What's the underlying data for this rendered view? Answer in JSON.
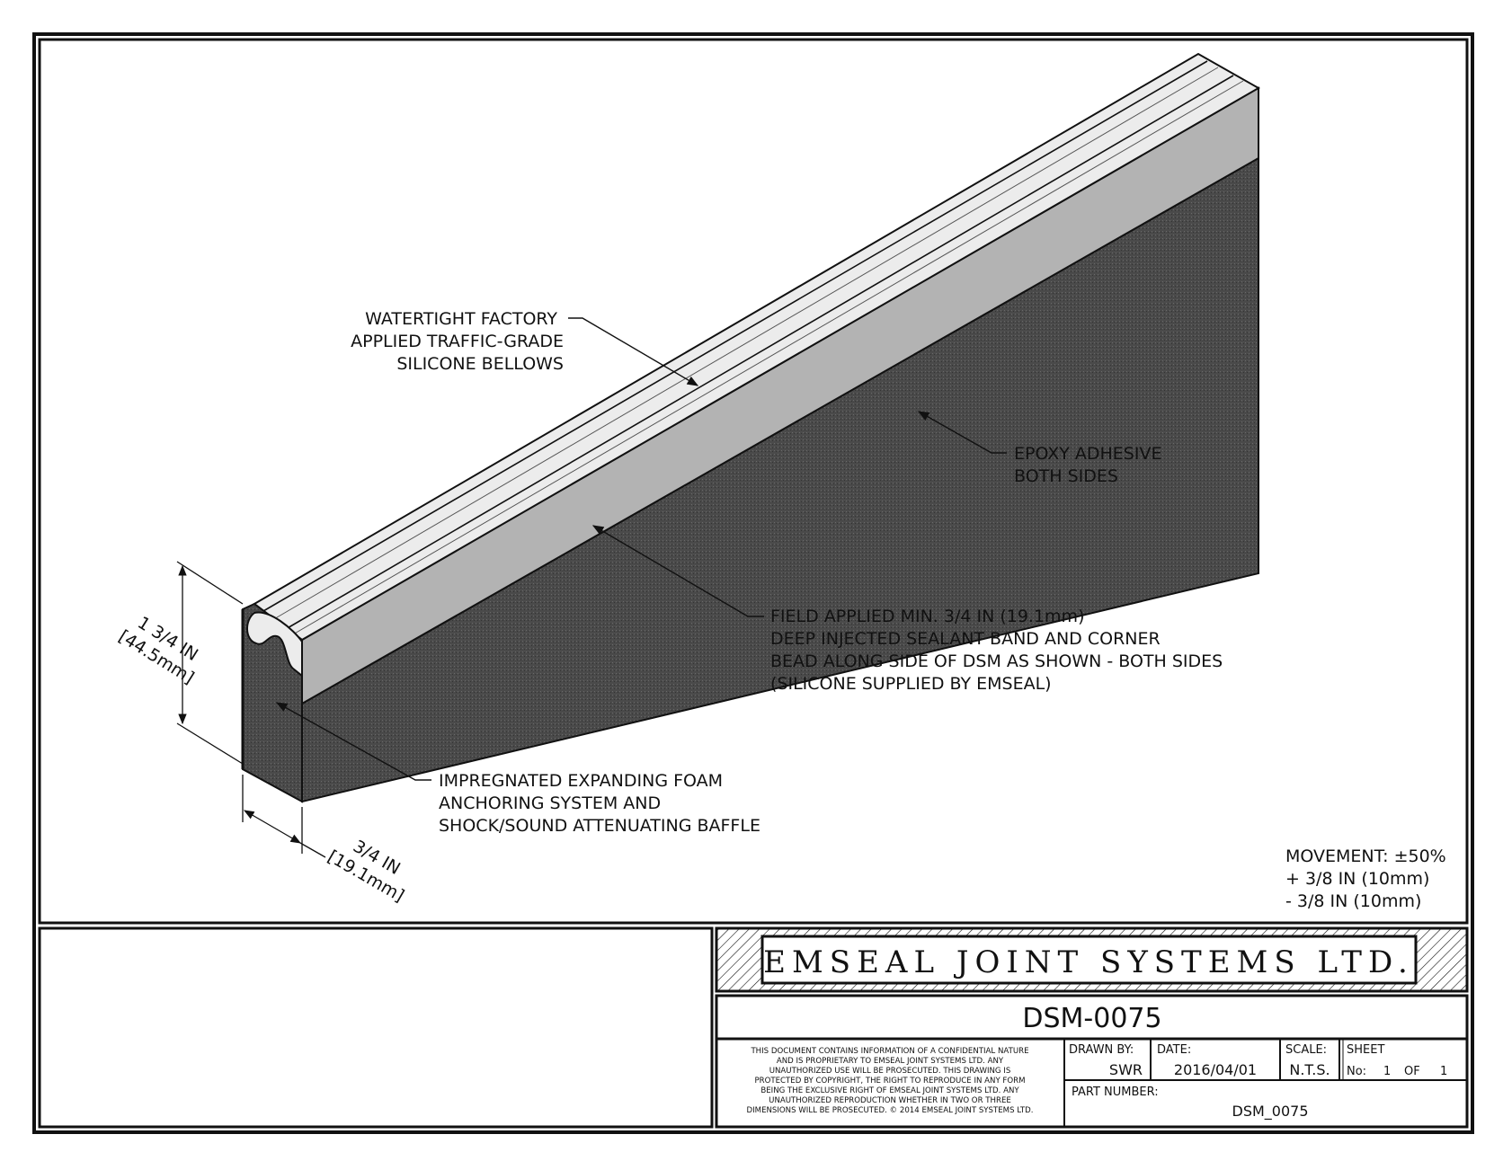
{
  "callouts": {
    "bellows": [
      "WATERTIGHT FACTORY",
      "APPLIED TRAFFIC-GRADE",
      "SILICONE BELLOWS"
    ],
    "epoxy": [
      "EPOXY ADHESIVE",
      "BOTH SIDES"
    ],
    "sealant": [
      "FIELD APPLIED MIN. 3/4 IN (19.1mm)",
      "DEEP INJECTED SEALANT BAND AND CORNER",
      "BEAD ALONG SIDE OF DSM AS SHOWN - BOTH SIDES",
      "(SILICONE SUPPLIED BY EMSEAL)"
    ],
    "foam": [
      "IMPREGNATED EXPANDING FOAM",
      "ANCHORING SYSTEM AND",
      "SHOCK/SOUND ATTENUATING BAFFLE"
    ]
  },
  "dimensions": {
    "height": [
      "1 3/4 IN",
      "[44.5mm]"
    ],
    "width": [
      "3/4 IN",
      "[19.1mm]"
    ]
  },
  "movement": [
    "MOVEMENT: ±50%",
    "+ 3/8 IN (10mm)",
    " - 3/8 IN (10mm)"
  ],
  "title_block": {
    "company": "EMSEAL JOINT SYSTEMS LTD.",
    "drawing_number": "DSM-0075",
    "notice": [
      "THIS DOCUMENT CONTAINS INFORMATION OF A CONFIDENTIAL NATURE",
      "AND IS PROPRIETARY TO EMSEAL JOINT SYSTEMS LTD. ANY",
      "UNAUTHORIZED USE WILL BE PROSECUTED. THIS DRAWING IS",
      "PROTECTED BY COPYRIGHT, THE RIGHT TO REPRODUCE IN ANY FORM",
      "BEING THE EXCLUSIVE RIGHT OF EMSEAL JOINT SYSTEMS LTD. ANY",
      "UNAUTHORIZED REPRODUCTION WHETHER IN TWO OR THREE",
      "DIMENSIONS WILL BE PROSECUTED. © 2014 EMSEAL JOINT SYSTEMS LTD."
    ],
    "drawn_by_label": "DRAWN BY:",
    "drawn_by": "SWR",
    "date_label": "DATE:",
    "date": "2016/04/01",
    "scale_label": "SCALE:",
    "scale": "N.T.S.",
    "sheet_label": "SHEET",
    "sheet_no_label": "No:",
    "sheet_no": "1",
    "sheet_of_label": "OF",
    "sheet_total": "1",
    "part_number_label": "PART NUMBER:",
    "part_number": "DSM_0075"
  },
  "colors": {
    "foam": "#4a4a4a",
    "sealant_band": "#b3b3b3",
    "bellows_top": "#ececec",
    "line": "#111111"
  }
}
